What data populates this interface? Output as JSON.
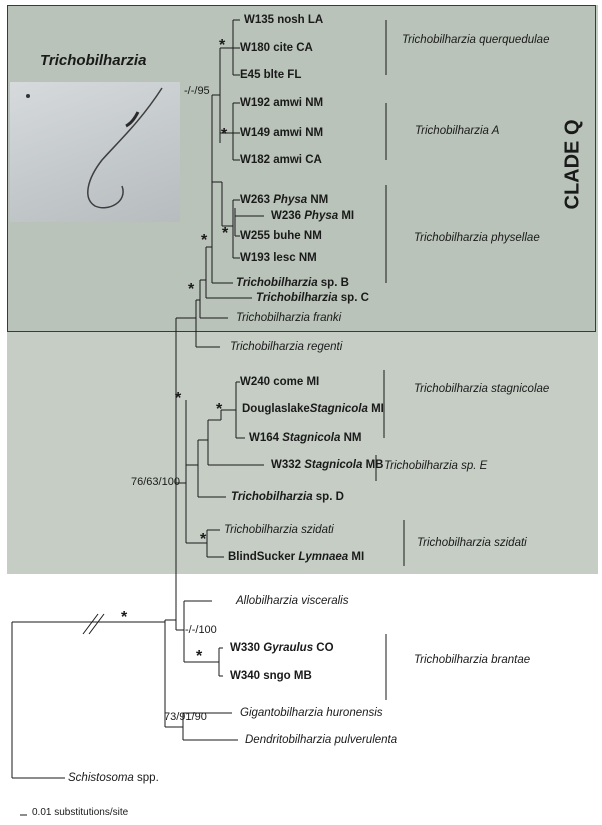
{
  "inset": {
    "title": "Trichobilharzia"
  },
  "clade_q_label": "CLADE Q",
  "taxa": [
    {
      "id": "w135",
      "parts": [
        "W135 nosh LA"
      ],
      "styles": [
        "b"
      ]
    },
    {
      "id": "w180",
      "parts": [
        "W180 cite CA"
      ],
      "styles": [
        "b"
      ]
    },
    {
      "id": "e45",
      "parts": [
        "E45 blte FL"
      ],
      "styles": [
        "b"
      ]
    },
    {
      "id": "w192",
      "parts": [
        "W192 amwi NM"
      ],
      "styles": [
        "b"
      ]
    },
    {
      "id": "w149",
      "parts": [
        "W149 amwi NM"
      ],
      "styles": [
        "b"
      ]
    },
    {
      "id": "w182",
      "parts": [
        "W182 amwi CA"
      ],
      "styles": [
        "b"
      ]
    },
    {
      "id": "w263",
      "parts": [
        "W263 ",
        "Physa",
        " NM"
      ],
      "styles": [
        "b",
        "bi",
        "b"
      ]
    },
    {
      "id": "w236",
      "parts": [
        "W236 ",
        "Physa",
        " MI"
      ],
      "styles": [
        "b",
        "bi",
        "b"
      ]
    },
    {
      "id": "w255",
      "parts": [
        "W255 buhe NM"
      ],
      "styles": [
        "b"
      ]
    },
    {
      "id": "w193",
      "parts": [
        "W193 lesc NM"
      ],
      "styles": [
        "b"
      ]
    },
    {
      "id": "spb",
      "parts": [
        "Trichobilharzia",
        " sp. B"
      ],
      "styles": [
        "bi",
        "b"
      ]
    },
    {
      "id": "spc",
      "parts": [
        "Trichobilharzia",
        " sp. C"
      ],
      "styles": [
        "bi",
        "b"
      ]
    },
    {
      "id": "franki",
      "parts": [
        "Trichobilharzia franki"
      ],
      "styles": [
        "i"
      ]
    },
    {
      "id": "regenti",
      "parts": [
        "Trichobilharzia regenti"
      ],
      "styles": [
        "i"
      ]
    },
    {
      "id": "w240",
      "parts": [
        "W240 come MI"
      ],
      "styles": [
        "b"
      ]
    },
    {
      "id": "douglas",
      "parts": [
        "Douglaslake",
        "Stagnicola",
        " MI"
      ],
      "styles": [
        "b",
        "bi",
        "b"
      ]
    },
    {
      "id": "w164",
      "parts": [
        "W164 ",
        "Stagnicola",
        " NM"
      ],
      "styles": [
        "b",
        "bi",
        "b"
      ]
    },
    {
      "id": "w332",
      "parts": [
        "W332 ",
        "Stagnicola",
        " MB"
      ],
      "styles": [
        "b",
        "bi",
        "b"
      ]
    },
    {
      "id": "spd",
      "parts": [
        "Trichobilharzia",
        " sp. D"
      ],
      "styles": [
        "bi",
        "b"
      ]
    },
    {
      "id": "szidati",
      "parts": [
        "Trichobilharzia szidati"
      ],
      "styles": [
        "i"
      ]
    },
    {
      "id": "blind",
      "parts": [
        "BlindSucker ",
        "Lymnaea",
        " MI"
      ],
      "styles": [
        "b",
        "bi",
        "b"
      ]
    },
    {
      "id": "allo",
      "parts": [
        "Allobilharzia visceralis"
      ],
      "styles": [
        "i"
      ]
    },
    {
      "id": "w330",
      "parts": [
        "W330 ",
        "Gyraulus",
        " CO"
      ],
      "styles": [
        "b",
        "bi",
        "b"
      ]
    },
    {
      "id": "w340",
      "parts": [
        "W340 sngo MB"
      ],
      "styles": [
        "b"
      ]
    },
    {
      "id": "giganto",
      "parts": [
        "Gigantobilharzia huronensis"
      ],
      "styles": [
        "i"
      ]
    },
    {
      "id": "dendrito",
      "parts": [
        "Dendritobilharzia pulverulenta"
      ],
      "styles": [
        "i"
      ]
    },
    {
      "id": "schisto",
      "parts": [
        "Schistosoma",
        " spp."
      ],
      "styles": [
        "i",
        "n"
      ]
    }
  ],
  "clades": [
    {
      "id": "querq",
      "parts": [
        "Trichobilharzia querquedulae"
      ],
      "styles": [
        "i"
      ]
    },
    {
      "id": "tA",
      "parts": [
        "Trichobilharzia",
        " A"
      ],
      "styles": [
        "i",
        "n"
      ]
    },
    {
      "id": "physellae",
      "parts": [
        "Trichobilharzia physellae"
      ],
      "styles": [
        "i"
      ]
    },
    {
      "id": "stagnicolae",
      "parts": [
        "Trichobilharzia stagnicolae"
      ],
      "styles": [
        "i"
      ]
    },
    {
      "id": "spE",
      "parts": [
        "Trichobilharzia",
        " sp. E"
      ],
      "styles": [
        "i",
        "n"
      ]
    },
    {
      "id": "szidati2",
      "parts": [
        "Trichobilharzia szidati"
      ],
      "styles": [
        "i"
      ]
    },
    {
      "id": "brantae",
      "parts": [
        "Trichobilharzia brantae"
      ],
      "styles": [
        "i"
      ]
    }
  ],
  "support_values": {
    "s_95": "-/-/95",
    "s_76": "76/63/100",
    "s_100": "-/-/100",
    "s_73": "73/91/90"
  },
  "star_symbol": "*",
  "scale_bar_label": "0.01 substitutions/site"
}
